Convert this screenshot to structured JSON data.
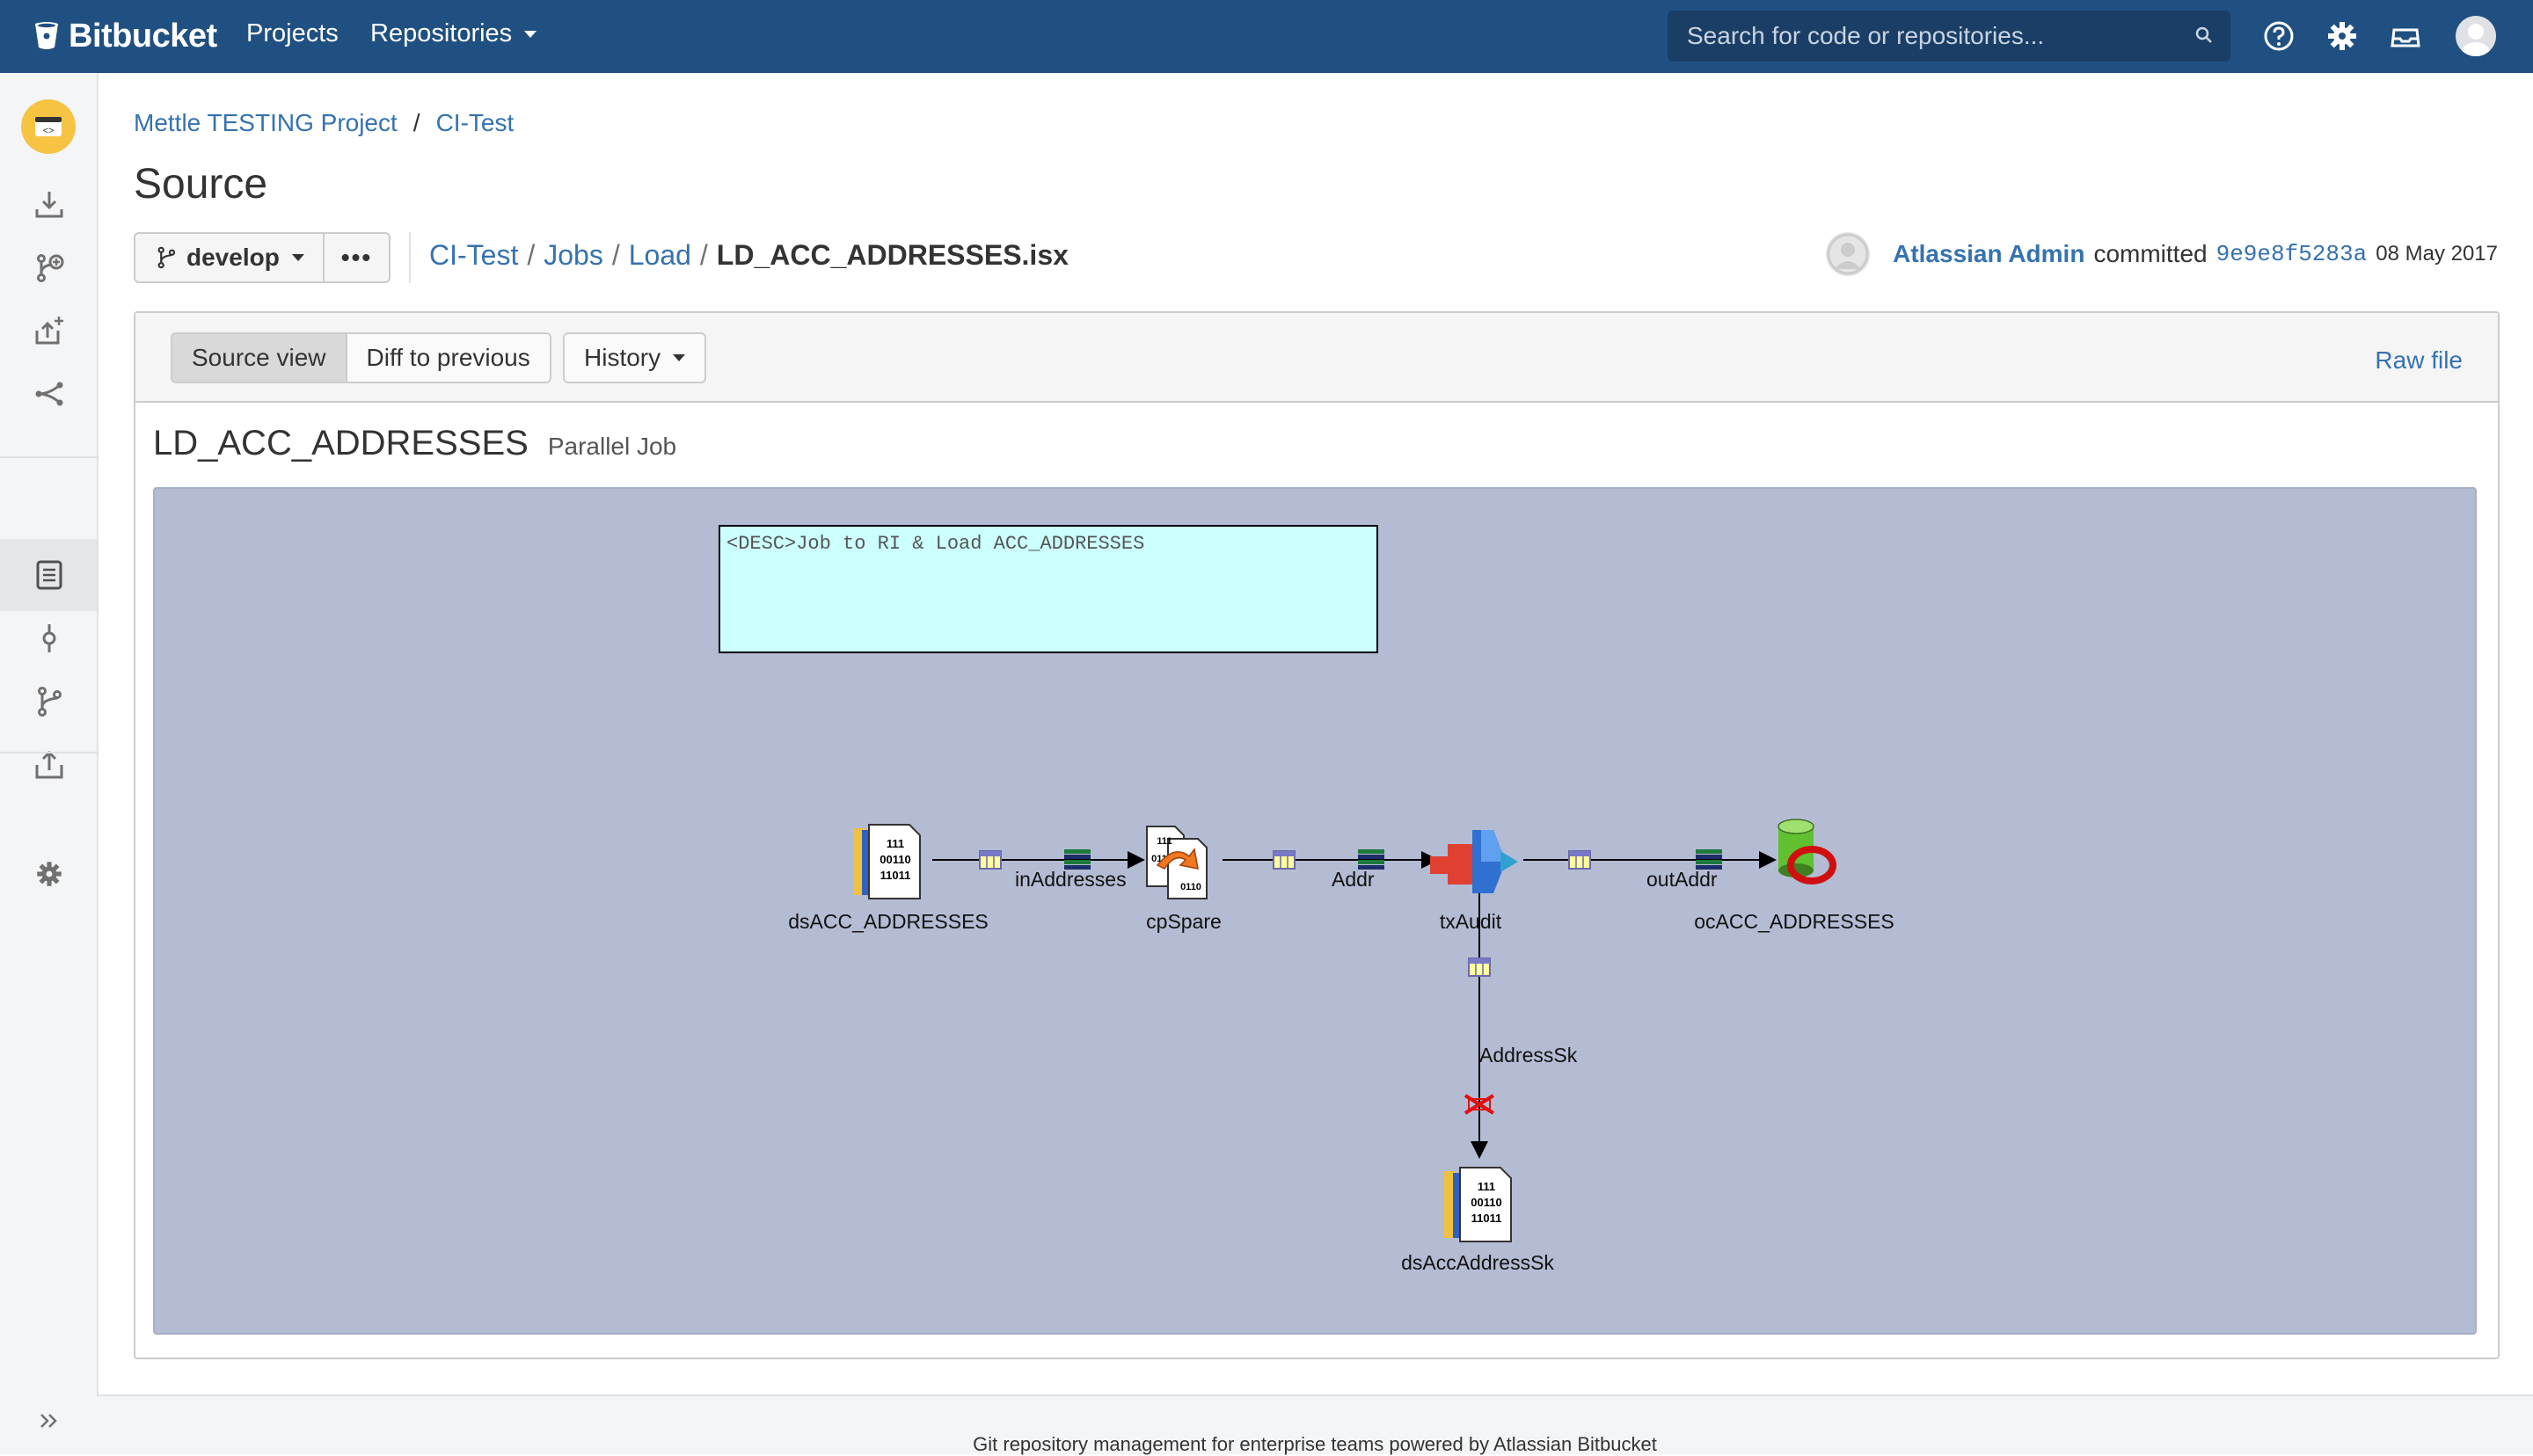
{
  "header": {
    "logo": "Bitbucket",
    "nav": [
      "Projects",
      "Repositories"
    ],
    "search_placeholder": "Search for code or repositories..."
  },
  "breadcrumb": {
    "project": "Mettle TESTING Project",
    "separator": "/",
    "repo": "CI-Test"
  },
  "page_title": "Source",
  "branch": {
    "name": "develop",
    "more": "•••"
  },
  "filepath": {
    "parts": [
      "CI-Test",
      "Jobs",
      "Load"
    ],
    "separator": "/",
    "current": "LD_ACC_ADDRESSES.isx"
  },
  "commit": {
    "author": "Atlassian Admin",
    "verb": "committed",
    "hash": "9e9e8f5283a",
    "date": "08 May 2017"
  },
  "toolbar": {
    "source_view": "Source view",
    "diff": "Diff to previous",
    "history": "History",
    "raw": "Raw file"
  },
  "job": {
    "name": "LD_ACC_ADDRESSES",
    "type": "Parallel Job",
    "description": "<DESC>Job to RI & Load ACC_ADDRESSES",
    "stages": {
      "ds1": "dsACC_ADDRESSES",
      "cp": "cpSpare",
      "tx": "txAudit",
      "oc": "ocACC_ADDRESSES",
      "ds2": "dsAccAddressSk"
    },
    "links": {
      "l1": "inAddresses",
      "l2": "Addr",
      "l3": "outAddr",
      "l4": "AddressSk"
    },
    "file_icon_text": [
      "111",
      "00110",
      "11011"
    ],
    "copy_icon_text": [
      "111",
      "011",
      "0110"
    ]
  },
  "footer": {
    "text": "Git repository management for enterprise teams powered by Atlassian Bitbucket"
  },
  "colors": {
    "nav": "#205081",
    "link": "#3572b0",
    "canvas": "#b4bcd4",
    "desc_box": "#ccffff"
  }
}
